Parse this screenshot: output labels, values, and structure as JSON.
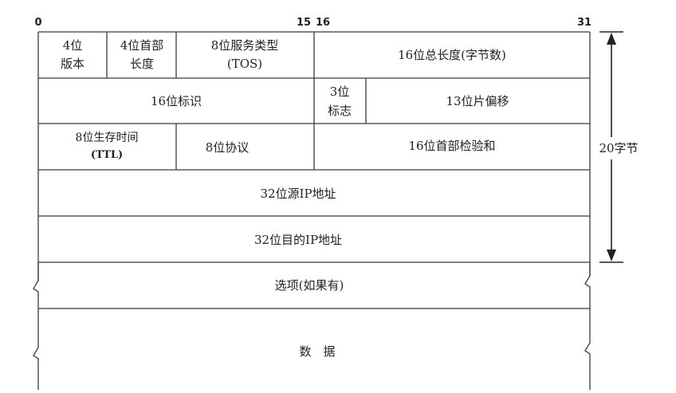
{
  "bit_positions": {
    "start": "0",
    "mid_end": "15",
    "mid_start": "16",
    "end": "31"
  },
  "fields": {
    "version": [
      "4位",
      "版本"
    ],
    "header_length": [
      "4位首部",
      "长度"
    ],
    "tos": [
      "8位服务类型",
      "(TOS)"
    ],
    "total_length": "16位总长度(字节数)",
    "identification": "16位标识",
    "flags": [
      "3位",
      "标志"
    ],
    "fragment_offset": "13位片偏移",
    "ttl": [
      "8位生存时间",
      "(TTL)"
    ],
    "protocol": "8位协议",
    "checksum": "16位首部检验和",
    "source_ip": "32位源IP地址",
    "dest_ip": "32位目的IP地址",
    "options": "选项(如果有)",
    "data": "数　据"
  },
  "header_size_label": "20字节"
}
